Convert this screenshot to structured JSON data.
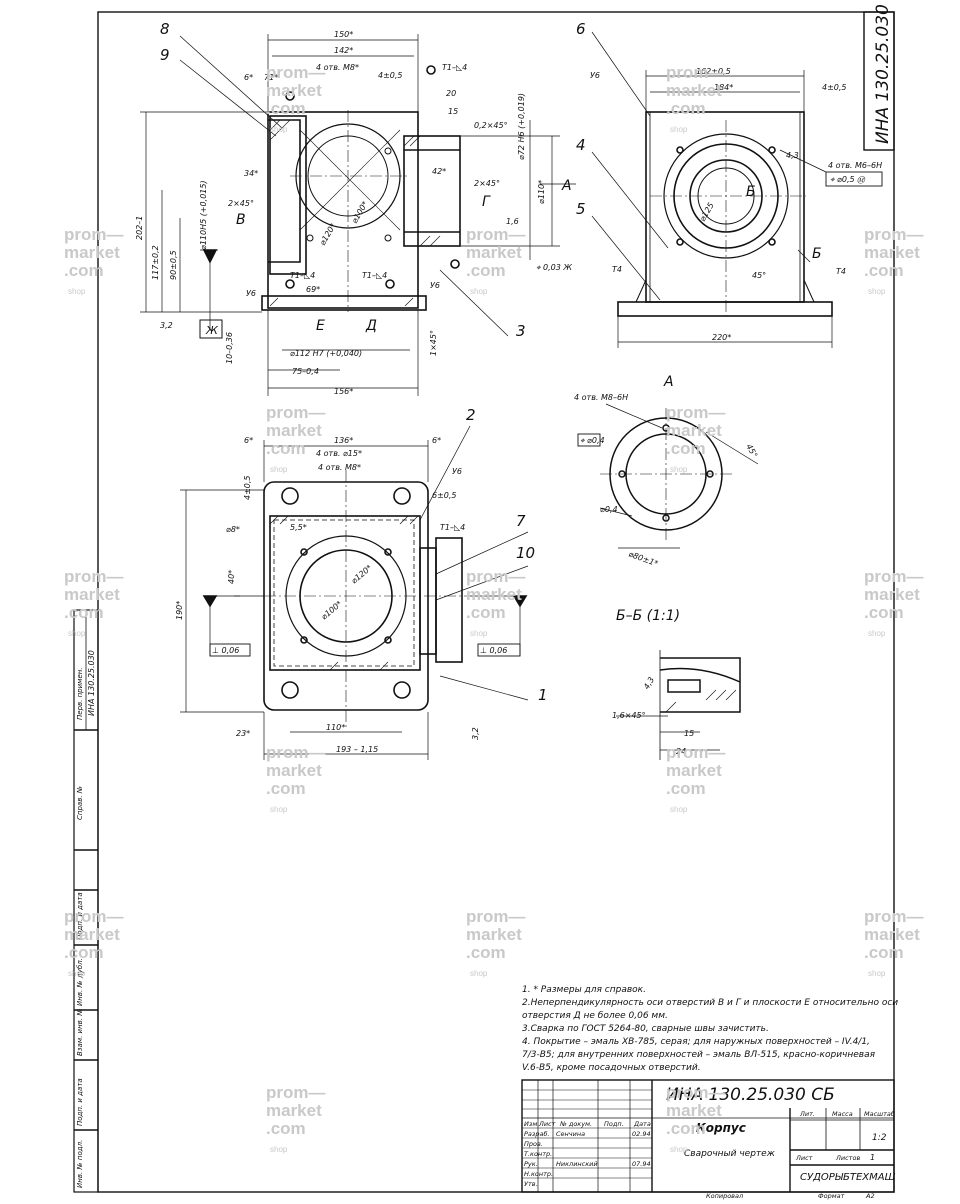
{
  "drawing": {
    "code": "ИНА 130.25.030 СБ",
    "title": "Корпус",
    "doc_type": "Сварочный чертеж",
    "organization": "СУДОРЫБТЕХМАШ",
    "scale": "1:2",
    "sheet_label": "Лист",
    "sheets_label": "Листов",
    "sheets_count": "1",
    "copied": "Копировал",
    "format": "Формат",
    "format_value": "A2",
    "lit": "Лит.",
    "mass": "Масса",
    "scale_label": "Масштаб"
  },
  "title_block": {
    "col_headers": [
      "Изм.",
      "Лист",
      "№ докум.",
      "Подп.",
      "Дата"
    ],
    "rows": [
      {
        "role": "Разраб.",
        "name": "Сенчина"
      },
      {
        "role": "Пров.",
        "name": ""
      },
      {
        "role": "Т.контр.",
        "name": ""
      },
      {
        "role": "Рук.",
        "name": "Никлинский"
      },
      {
        "role": "Н.контр.",
        "name": ""
      },
      {
        "role": "Утв.",
        "name": ""
      }
    ],
    "dates": [
      "02.94",
      "07.94"
    ]
  },
  "left_strip": {
    "perv_primen": "Перв. примен.",
    "perv_code": "ИНА 130.25.030",
    "sprav": "Справ. №",
    "podp_data": "Подп. и дата",
    "inv_dubl": "Инв. № дубл.",
    "vzam_inv": "Взам. инв. №",
    "podp_data2": "Подп. и дата",
    "inv_podl": "Инв. № подл."
  },
  "notes": [
    "1. * Размеры для справок.",
    "2.Неперпендикулярность оси отверстий В и Г и плоскости Е относительно оси",
    "   отверстия Д не более 0,06 мм.",
    "3.Сварка по ГОСТ 5264-80, сварные швы зачистить.",
    "4. Покрытие – эмаль ХВ-785, серая; для наружных поверхностей – IV.4/1,",
    "   7/3-В5; для внутренних поверхностей – эмаль ВЛ-515, красно-коричневая",
    "   V.6-В5, кроме посадочных отверстий."
  ],
  "views": {
    "section_bb": "Б–Б (1:1)",
    "view_a": "А"
  },
  "callouts": [
    "8",
    "9",
    "6",
    "4",
    "5",
    "3",
    "2",
    "7",
    "10",
    "1"
  ],
  "letters": {
    "A": "А",
    "B": "В",
    "G": "Г",
    "E": "Е",
    "D": "Д",
    "Zh": "Ж",
    "Bb": "Б"
  },
  "dims": {
    "top_150": "150*",
    "top_142": "142*",
    "thread_4": "4 отв. М8*",
    "d_4": "4±0,5",
    "t1": "Т1–◺4",
    "s20": "20",
    "s15": "15",
    "ch02": "0,2×45°",
    "d72": "⌀72 Н6 (+0,019)",
    "d110": "⌀110*",
    "d120": "⌀120*",
    "d100": "⌀100*",
    "d110H5": "⌀110Н5 (+0,015)",
    "h202": "202–1",
    "h117": "117±0,2",
    "h90": "90±0,5",
    "ch2x45": "2×45°",
    "s34": "34*",
    "s6": "6*",
    "s71": "71*",
    "s42": "42*",
    "s69": "69*",
    "y6": "У6",
    "d112": "⌀112 Н7 (+0,040)",
    "s75": "75–0,4",
    "s156": "156*",
    "s10": "10–0,36",
    "ch1x45": "1×45°",
    "r32": "3,2",
    "r16": "1,6",
    "flat": "⌖ 0,03 Ж",
    "w162": "162±0,5",
    "w184": "184*",
    "d4": "4±0,5",
    "w220": "220*",
    "d125": "⌀125",
    "a45": "45°",
    "thr_m6": "4 отв. М6–6Н",
    "pos05": "⌖ ⌀0,5 Ⓜ",
    "t4": "Т4",
    "r43": "4,3",
    "s136": "136*",
    "d15": "4 отв. ⌀15*",
    "m8": "4 отв. М8*",
    "s193": "193 – 1,15",
    "s110": "110*",
    "s23": "23*",
    "s190": "190*",
    "s40": "40*",
    "s45": "45°",
    "perp": "⊥ 0,06",
    "d100b": "⌀100*",
    "d120b": "⌀120*",
    "d8": "⌀8*",
    "s55": "5,5*",
    "s6b": "6±0,5",
    "vA_thr": "4 отв. М8–6Н",
    "vA_r": "⌀0,4",
    "vA_tag": "⌖ ⌀0,4",
    "vA_d": "⌀0,4",
    "vA_d80": "⌀80±1*",
    "vA_45": "45°",
    "bb_ch": "1,6×45°",
    "bb_15": "15",
    "bb_24": "24",
    "bb_43": "4,3"
  },
  "watermark": {
    "l1": "prom—",
    "l2": "market",
    "l3": ".com",
    "shop": "shop"
  }
}
